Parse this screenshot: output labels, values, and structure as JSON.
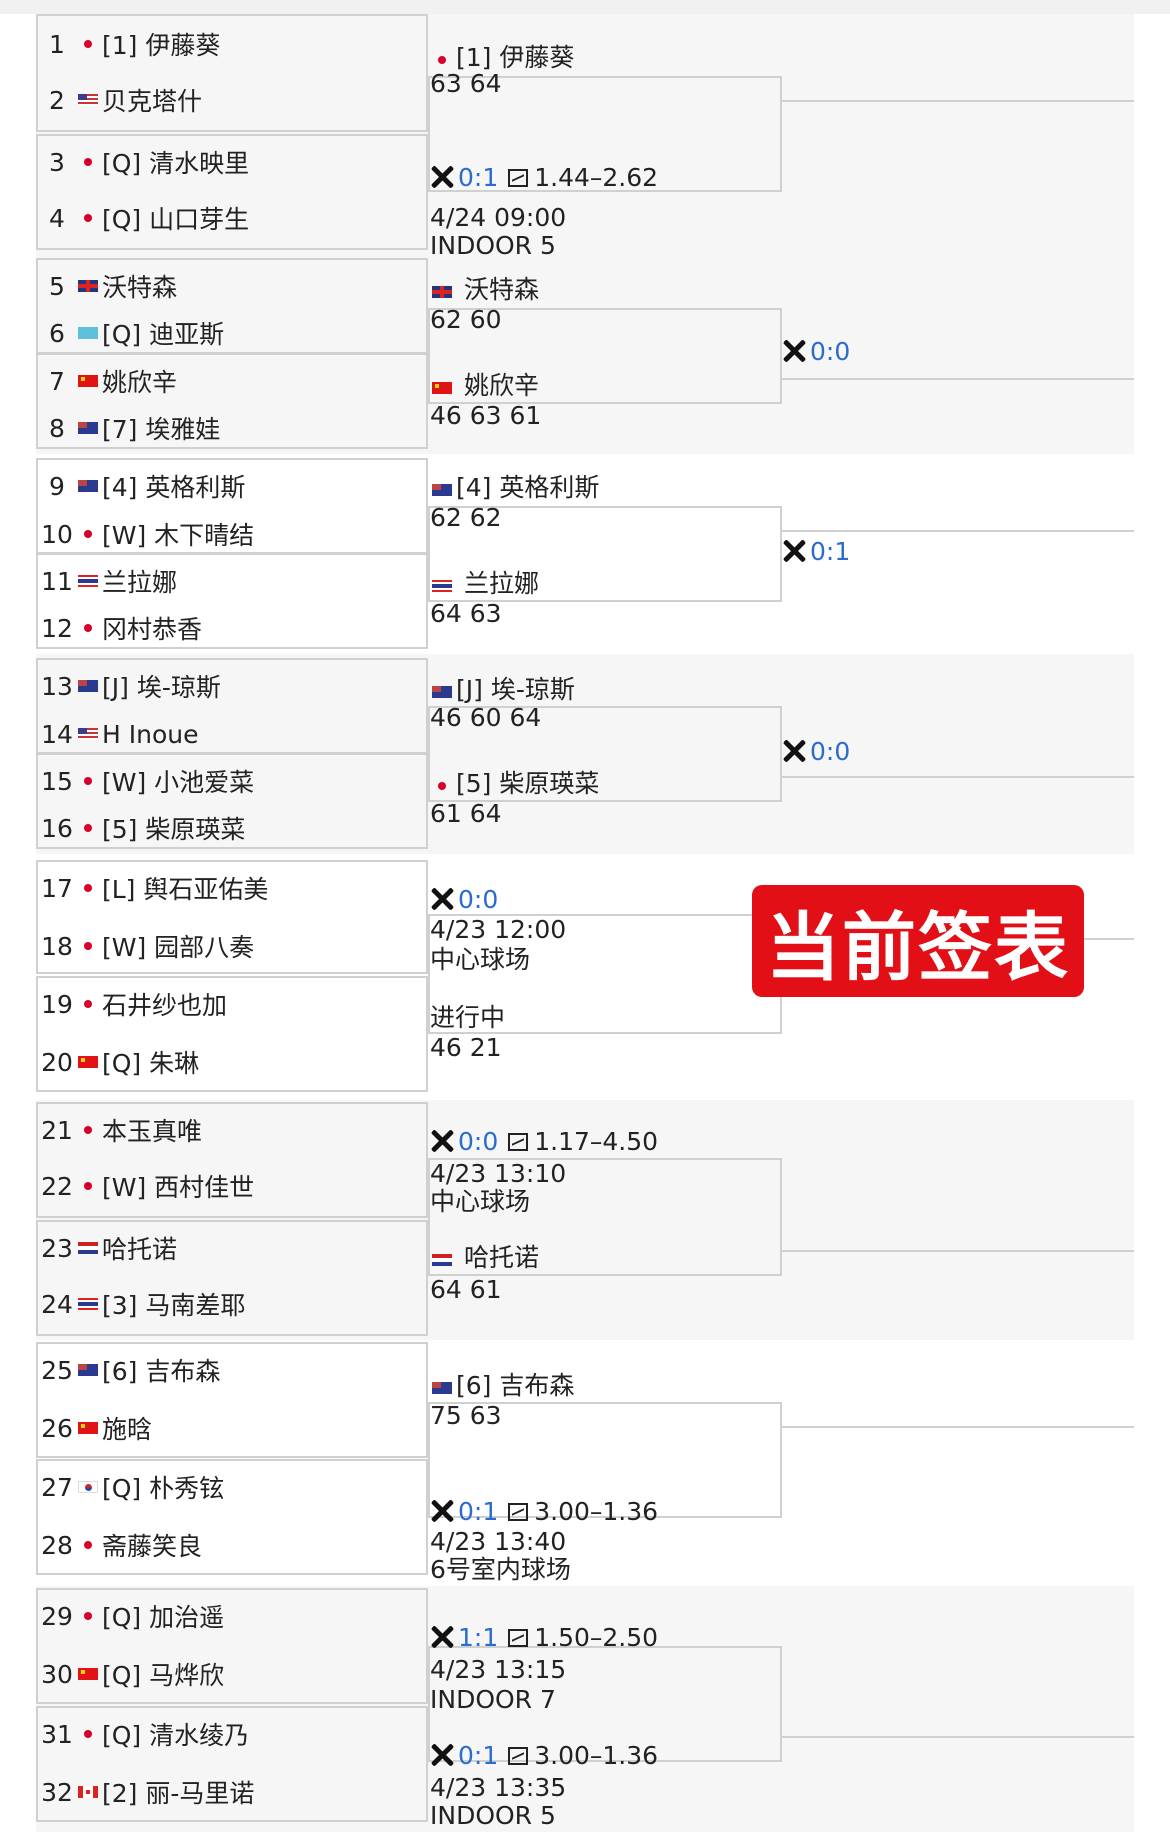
{
  "players": [
    {
      "num": "1",
      "flag": "jp",
      "name": "[1] 伊藤葵"
    },
    {
      "num": "2",
      "flag": "us",
      "name": " 贝克塔什"
    },
    {
      "num": "3",
      "flag": "jp",
      "name": "[Q] 清水映里"
    },
    {
      "num": "4",
      "flag": "jp",
      "name": "[Q] 山口芽生"
    },
    {
      "num": "5",
      "flag": "gb",
      "name": " 沃特森"
    },
    {
      "num": "6",
      "flag": "kz",
      "name": "[Q] 迪亚斯"
    },
    {
      "num": "7",
      "flag": "cn",
      "name": " 姚欣辛"
    },
    {
      "num": "8",
      "flag": "au",
      "name": "[7] 埃雅娃"
    },
    {
      "num": "9",
      "flag": "au",
      "name": "[4] 英格利斯"
    },
    {
      "num": "10",
      "flag": "jp",
      "name": "[W] 木下晴结"
    },
    {
      "num": "11",
      "flag": "th",
      "name": " 兰拉娜"
    },
    {
      "num": "12",
      "flag": "jp",
      "name": " 冈村恭香"
    },
    {
      "num": "13",
      "flag": "au",
      "name": "[J] 埃-琼斯"
    },
    {
      "num": "14",
      "flag": "us",
      "name": " H Inoue"
    },
    {
      "num": "15",
      "flag": "jp",
      "name": "[W] 小池爱菜"
    },
    {
      "num": "16",
      "flag": "jp",
      "name": "[5] 柴原瑛菜"
    },
    {
      "num": "17",
      "flag": "jp",
      "name": "[L] 舆石亚佑美"
    },
    {
      "num": "18",
      "flag": "jp",
      "name": "[W] 园部八奏"
    },
    {
      "num": "19",
      "flag": "jp",
      "name": " 石井纱也加"
    },
    {
      "num": "20",
      "flag": "cn",
      "name": "[Q] 朱琳"
    },
    {
      "num": "21",
      "flag": "jp",
      "name": " 本玉真唯"
    },
    {
      "num": "22",
      "flag": "jp",
      "name": "[W] 西村佳世"
    },
    {
      "num": "23",
      "flag": "nl",
      "name": " 哈托诺"
    },
    {
      "num": "24",
      "flag": "th",
      "name": "[3] 马南差耶"
    },
    {
      "num": "25",
      "flag": "au",
      "name": "[6] 吉布森"
    },
    {
      "num": "26",
      "flag": "cn",
      "name": " 施晗"
    },
    {
      "num": "27",
      "flag": "kr",
      "name": "[Q] 朴秀铉"
    },
    {
      "num": "28",
      "flag": "jp",
      "name": " 斋藤笑良"
    },
    {
      "num": "29",
      "flag": "jp",
      "name": "[Q] 加治遥"
    },
    {
      "num": "30",
      "flag": "cn",
      "name": "[Q] 马烨欣"
    },
    {
      "num": "31",
      "flag": "jp",
      "name": "[Q] 清水绫乃"
    },
    {
      "num": "32",
      "flag": "ca",
      "name": "[2] 丽-马里诺"
    }
  ],
  "r2": [
    {
      "lines": [
        {
          "flag": "jp",
          "text": "[1] 伊藤葵"
        },
        {
          "text": "63 64"
        },
        {
          "h2h": "0:1",
          "odds": "1.44–2.62"
        },
        {
          "text": "4/24 09:00"
        },
        {
          "text": "INDOOR 5"
        }
      ]
    },
    {
      "lines": [
        {
          "flag": "gb",
          "text": " 沃特森"
        },
        {
          "text": "62 60"
        },
        {
          "flag": "cn",
          "text": " 姚欣辛"
        },
        {
          "text": "46 63 61"
        }
      ]
    },
    {
      "lines": [
        {
          "flag": "au",
          "text": "[4] 英格利斯"
        },
        {
          "text": "62 62"
        },
        {
          "flag": "th",
          "text": " 兰拉娜"
        },
        {
          "text": "64 63"
        }
      ]
    },
    {
      "lines": [
        {
          "flag": "au",
          "text": "[J] 埃-琼斯"
        },
        {
          "text": "46 60 64"
        },
        {
          "flag": "jp",
          "text": "[5] 柴原瑛菜"
        },
        {
          "text": "61 64"
        }
      ]
    },
    {
      "lines": [
        {
          "h2h": "0:0"
        },
        {
          "text": "4/23 12:00"
        },
        {
          "text": "中心球场"
        },
        {
          "text": "进行中"
        },
        {
          "text": "46 21"
        }
      ]
    },
    {
      "lines": [
        {
          "h2h": "0:0",
          "odds": "1.17–4.50"
        },
        {
          "text": "4/23 13:10"
        },
        {
          "text": "中心球场"
        },
        {
          "flag": "nl",
          "text": " 哈托诺"
        },
        {
          "text": "64 61"
        }
      ]
    },
    {
      "lines": [
        {
          "flag": "au",
          "text": "[6] 吉布森"
        },
        {
          "text": "75 63"
        },
        {
          "h2h": "0:1",
          "odds": "3.00–1.36"
        },
        {
          "text": "4/23 13:40"
        },
        {
          "text": "6号室内球场"
        }
      ]
    },
    {
      "lines": [
        {
          "h2h": "1:1",
          "odds": "1.50–2.50"
        },
        {
          "text": "4/23 13:15"
        },
        {
          "text": "INDOOR 7"
        },
        {
          "h2h": "0:1",
          "odds": "3.00–1.36"
        },
        {
          "text": "4/23 13:35"
        },
        {
          "text": "INDOOR 5"
        }
      ]
    }
  ],
  "r3": [
    {
      "h2h": "0:0"
    },
    {
      "h2h": "0:1"
    },
    {
      "h2h": "0:0"
    }
  ],
  "banner": "当前签表",
  "colors": {
    "accent_blue": "#2a6bd0",
    "banner_red": "#e30f17",
    "line": "#d0d0d0"
  }
}
